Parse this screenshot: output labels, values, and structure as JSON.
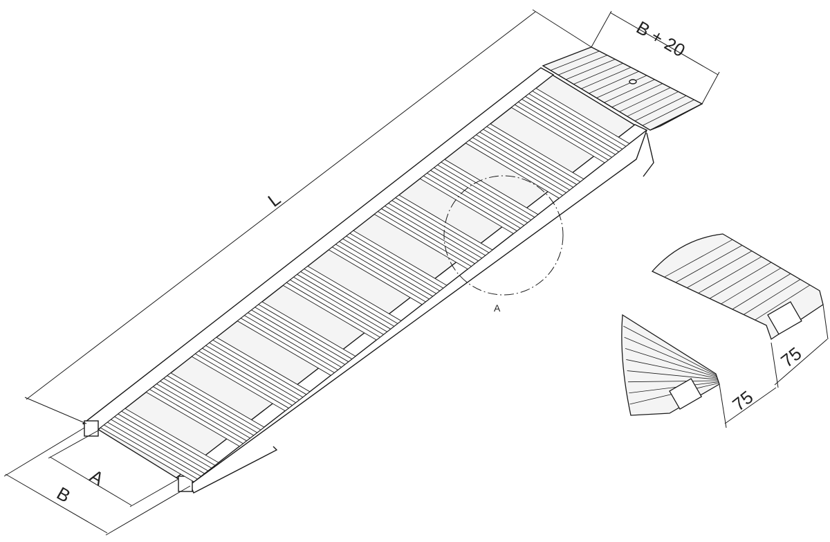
{
  "labels": {
    "length": "L",
    "inner_width": "A",
    "outer_width": "B",
    "top_width": "B + 20",
    "detail": "A",
    "height_left": "75",
    "height_right": "75"
  },
  "colors": {
    "line": "#1a1a1a",
    "ramp_fill": "#f4f4f4",
    "rib_dark": "#cfcfcf"
  }
}
